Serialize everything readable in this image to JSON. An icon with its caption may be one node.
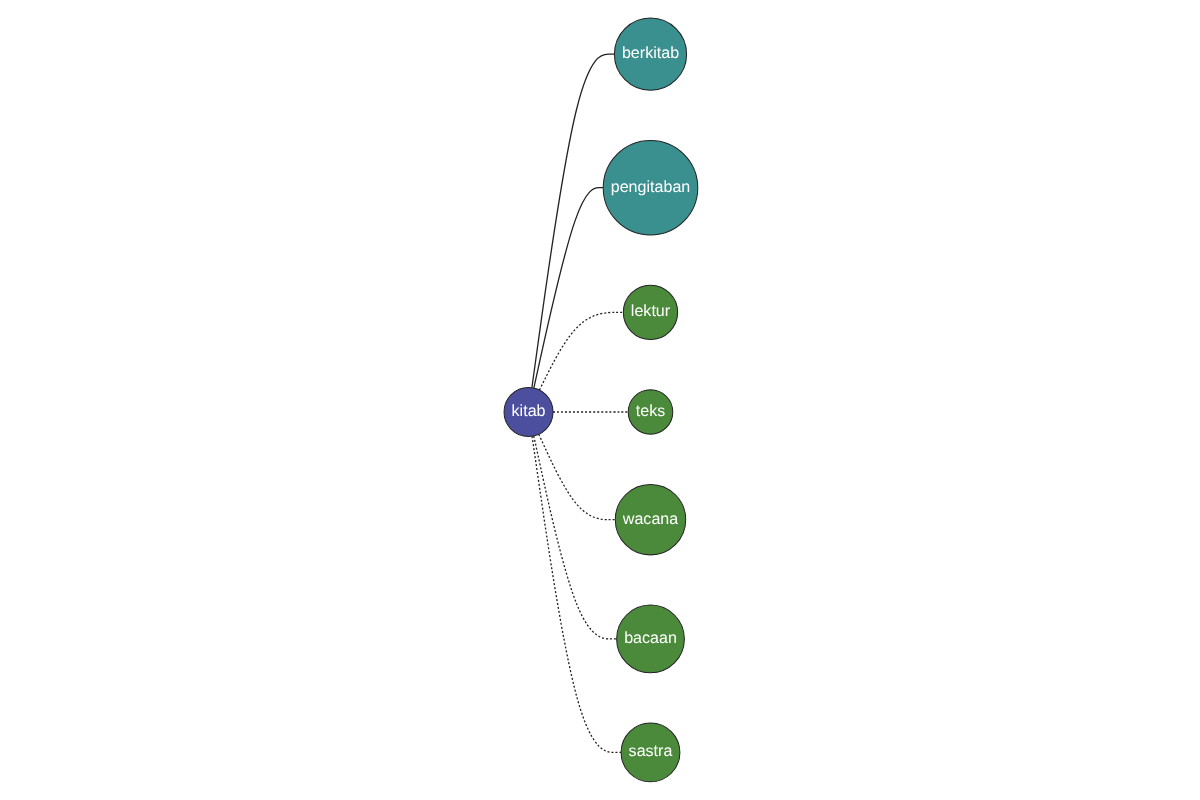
{
  "diagram": {
    "nodes": [
      {
        "text": [
          "berkitab"
        ]
      },
      {
        "text": [
          "lektur"
        ]
      },
      {
        "text": [
          "pengitaban"
        ]
      },
      {
        "text": [
          "teks"
        ]
      },
      {
        "text": [
          "kitab"
        ]
      },
      {
        "text": [
          "wacana"
        ]
      },
      {
        "text": [
          "bacaan"
        ]
      },
      {
        "text": [
          "sastra"
        ]
      }
    ],
    "edges": [
      {
        "from": 4,
        "to": 0,
        "arrow": "none"
      },
      {
        "from": 4,
        "to": 2,
        "arrow": "none"
      },
      {
        "from": 4,
        "to": 1,
        "arrow": "none",
        "style": "dashed"
      },
      {
        "from": 4,
        "to": 3,
        "arrow": "none",
        "style": "dashed"
      },
      {
        "from": 4,
        "to": 5,
        "arrow": "none",
        "style": "dashed"
      },
      {
        "from": 4,
        "to": 6,
        "arrow": "none",
        "style": "dashed"
      },
      {
        "from": 4,
        "to": 7,
        "arrow": "none",
        "style": "dashed"
      }
    ]
  }
}
